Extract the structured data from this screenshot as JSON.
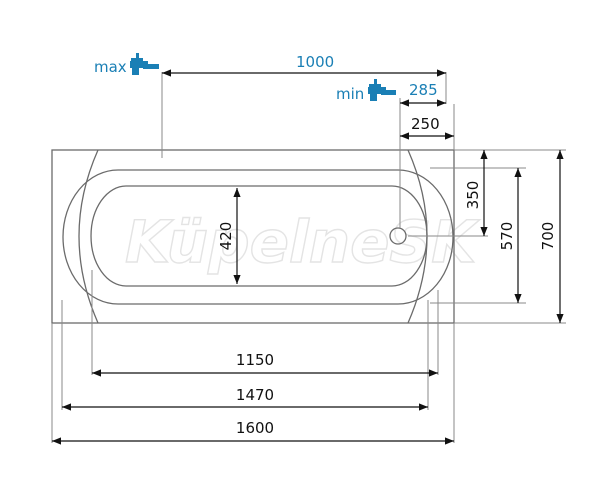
{
  "faucet_labels": {
    "max": "max",
    "min": "min"
  },
  "dimensions": {
    "faucet_span": "1000",
    "min_offset": "285",
    "drain_offset": "250",
    "drain_depth": "350",
    "inner_width": "420",
    "basin_width": "570",
    "total_width": "700",
    "basin_length": "1150",
    "inner_length": "1470",
    "total_length": "1600"
  },
  "watermark": "KüpelneSK",
  "colors": {
    "accent_blue": "#1a7fb5",
    "line": "#111111",
    "outline": "#888888"
  }
}
